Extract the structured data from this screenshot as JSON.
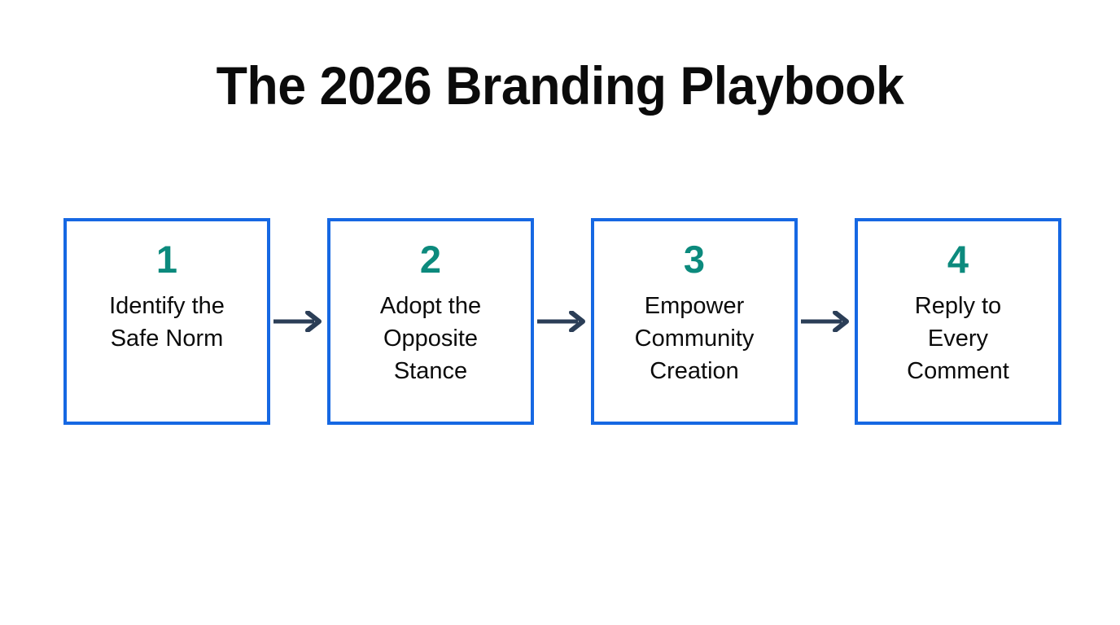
{
  "page": {
    "title": "The 2026 Branding Playbook",
    "background_color": "#ffffff"
  },
  "theme": {
    "box_border_color": "#1668e3",
    "number_color": "#0c8a7d",
    "text_color": "#0b0b0b",
    "arrow_color": "#2b3e57"
  },
  "flow": {
    "arrow_icon_name": "arrow-right-icon",
    "steps": [
      {
        "number": "1",
        "label": "Identify the\nSafe Norm",
        "label_lines": [
          "Identify the",
          "Safe Norm"
        ]
      },
      {
        "number": "2",
        "label": "Adopt the\nOpposite\nStance",
        "label_lines": [
          "Adopt the",
          "Opposite",
          "Stance"
        ]
      },
      {
        "number": "3",
        "label": "Empower\nCommunity\nCreation",
        "label_lines": [
          "Empower",
          "Community",
          "Creation"
        ]
      },
      {
        "number": "4",
        "label": "Reply to\nEvery\nComment",
        "label_lines": [
          "Reply to",
          "Every",
          "Comment"
        ]
      }
    ]
  }
}
